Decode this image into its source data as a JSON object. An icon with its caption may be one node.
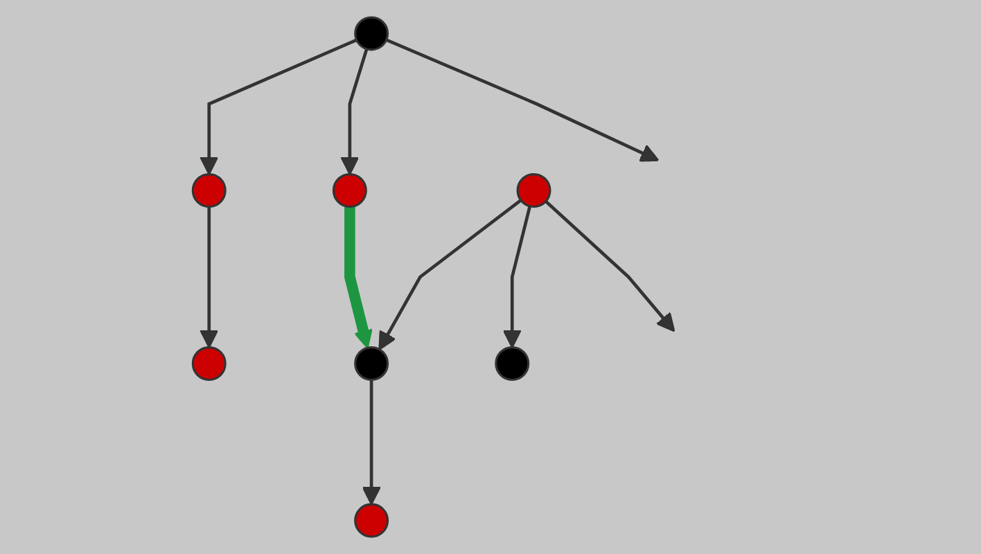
{
  "diagram": {
    "nodes": [
      {
        "text": [],
        "shape": "circle"
      },
      {
        "text": [],
        "shape": "circle"
      },
      {
        "text": [],
        "shape": "circle"
      },
      {
        "text": [],
        "shape": "circle"
      },
      {
        "text": [],
        "shape": "circle"
      },
      {
        "text": [],
        "shape": "circle"
      },
      {
        "text": [],
        "shape": "circle"
      },
      {
        "text": [],
        "shape": "circle"
      }
    ],
    "edges": [
      {
        "from": 0,
        "to": null,
        "arrow": "to"
      },
      {
        "from": 0,
        "to": 1,
        "arrow": "to"
      },
      {
        "from": 0,
        "to": 2,
        "arrow": "to"
      },
      {
        "from": 1,
        "to": 3,
        "arrow": "to"
      },
      {
        "from": 2,
        "to": 5,
        "arrow": "to",
        "style": "thick",
        "color": "#1e9641"
      },
      {
        "from": 4,
        "to": null,
        "arrow": "to"
      },
      {
        "from": 4,
        "to": 5,
        "arrow": "to"
      },
      {
        "from": 4,
        "to": 6,
        "arrow": "to"
      },
      {
        "from": 5,
        "to": 7,
        "arrow": "to"
      }
    ]
  }
}
